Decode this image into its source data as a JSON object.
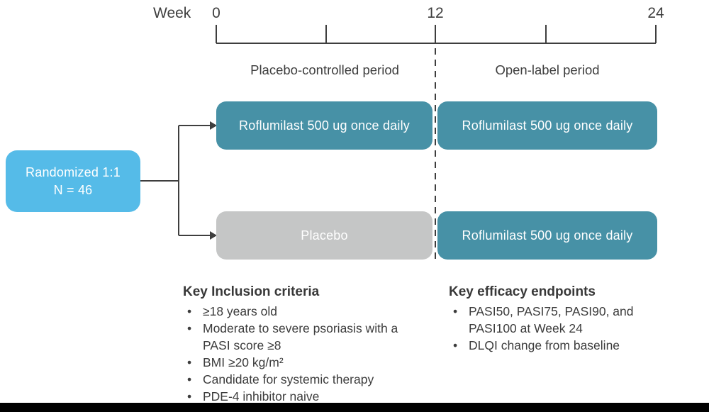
{
  "timeline": {
    "axis_label": "Week",
    "ticks": [
      "0",
      "12",
      "24"
    ]
  },
  "periods": {
    "placebo_controlled": "Placebo-controlled period",
    "open_label": "Open-label period"
  },
  "flow": {
    "randomized_line1": "Randomized 1:1",
    "randomized_line2": "N = 46",
    "arm1_placebo_period": "Roflumilast 500 ug once daily",
    "arm1_open_label": "Roflumilast 500 ug once daily",
    "arm2_placebo_period": "Placebo",
    "arm2_open_label": "Roflumilast 500 ug once daily"
  },
  "inclusion_criteria": {
    "title": "Key Inclusion criteria",
    "items": [
      "≥18 years old",
      "Moderate to severe psoriasis with a PASI score ≥8",
      "BMI ≥20 kg/m²",
      "Candidate for systemic therapy",
      "PDE-4 inhibitor naive"
    ]
  },
  "efficacy_endpoints": {
    "title": "Key efficacy endpoints",
    "items": [
      "PASI50, PASI75, PASI90, and PASI100 at Week 24",
      "DLQI change from baseline"
    ]
  },
  "colors": {
    "teal": "#4791A6",
    "light_blue": "#55BBE8",
    "gray": "#C5C6C6",
    "line": "#3E3E3E",
    "text": "#3C3C3C",
    "bottom_bar": "#000000"
  }
}
